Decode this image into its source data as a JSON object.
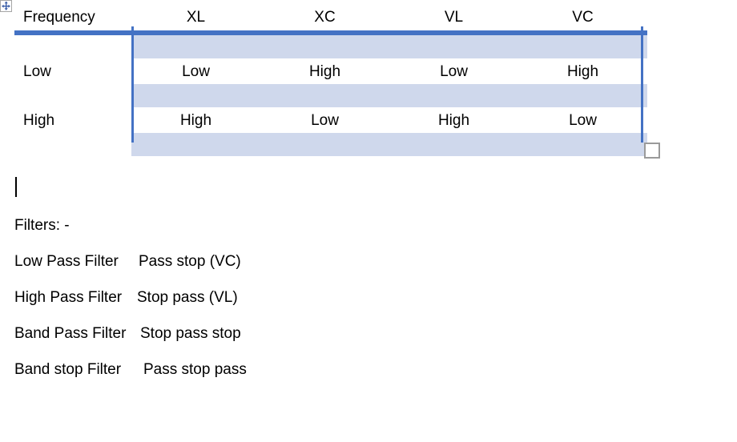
{
  "document": {
    "table_move_handle_icon": "move-cross-icon",
    "table_resize_handle_icon": "resize-square-icon",
    "colors": {
      "table_rule": "#4472C4",
      "band_fill": "#CFD8EC",
      "text": "#000000",
      "page_background": "#FFFFFF"
    }
  },
  "table": {
    "headers": [
      "Frequency",
      "XL",
      "XC",
      "VL",
      "VC"
    ],
    "rows": [
      {
        "label": "Low",
        "values": [
          "Low",
          "High",
          "Low",
          "High"
        ]
      },
      {
        "label": "High",
        "values": [
          "High",
          "Low",
          "High",
          "Low"
        ]
      }
    ]
  },
  "content": {
    "heading": "Filters: -",
    "filters": [
      {
        "name": "Low Pass Filter",
        "behaviour": "Pass stop (VC)"
      },
      {
        "name": "High Pass Filter",
        "behaviour": "Stop pass (VL)"
      },
      {
        "name": "Band Pass Filter",
        "behaviour": "Stop pass stop"
      },
      {
        "name": "Band stop Filter",
        "behaviour": "Pass stop pass"
      }
    ]
  }
}
